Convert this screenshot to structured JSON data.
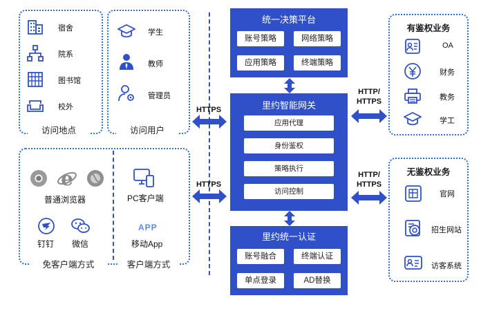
{
  "locations": {
    "caption": "访问地点",
    "items": [
      "宿舍",
      "院系",
      "图书馆",
      "校外"
    ]
  },
  "users": {
    "caption": "访问用户",
    "items": [
      "学生",
      "教师",
      "管理员"
    ]
  },
  "clientless": {
    "caption": "免客户端方式",
    "browser_label": "普通浏览器",
    "apps": [
      "钉钉",
      "微信"
    ]
  },
  "client": {
    "caption": "客户端方式",
    "pc_label": "PC客户端",
    "app_icon_text": "APP",
    "mobile_label": "移动App"
  },
  "left_protocols": [
    "HTTPS",
    "HTTPS"
  ],
  "decision": {
    "title": "统一决策平台",
    "chips": [
      "账号策略",
      "网络策略",
      "应用策略",
      "终端策略"
    ]
  },
  "gateway": {
    "title": "里约智能网关",
    "chips": [
      "应用代理",
      "身份鉴权",
      "策略执行",
      "访问控制"
    ]
  },
  "auth": {
    "title": "里约统一认证",
    "chips": [
      "账号融合",
      "终端认证",
      "单点登录",
      "AD替换"
    ]
  },
  "right_protocols": [
    "HTTP/\nHTTPS",
    "HTTP/\nHTTPS"
  ],
  "auth_services": {
    "title": "有鉴权业务",
    "items": [
      "OA",
      "财务",
      "教务",
      "学工"
    ]
  },
  "noauth_services": {
    "title": "无鉴权业务",
    "items": [
      "官网",
      "招生网站",
      "访客系统"
    ]
  },
  "colors": {
    "primary": "#2f50c8",
    "accent": "#2f6bd8",
    "dashed_line": "#2f50c8"
  }
}
